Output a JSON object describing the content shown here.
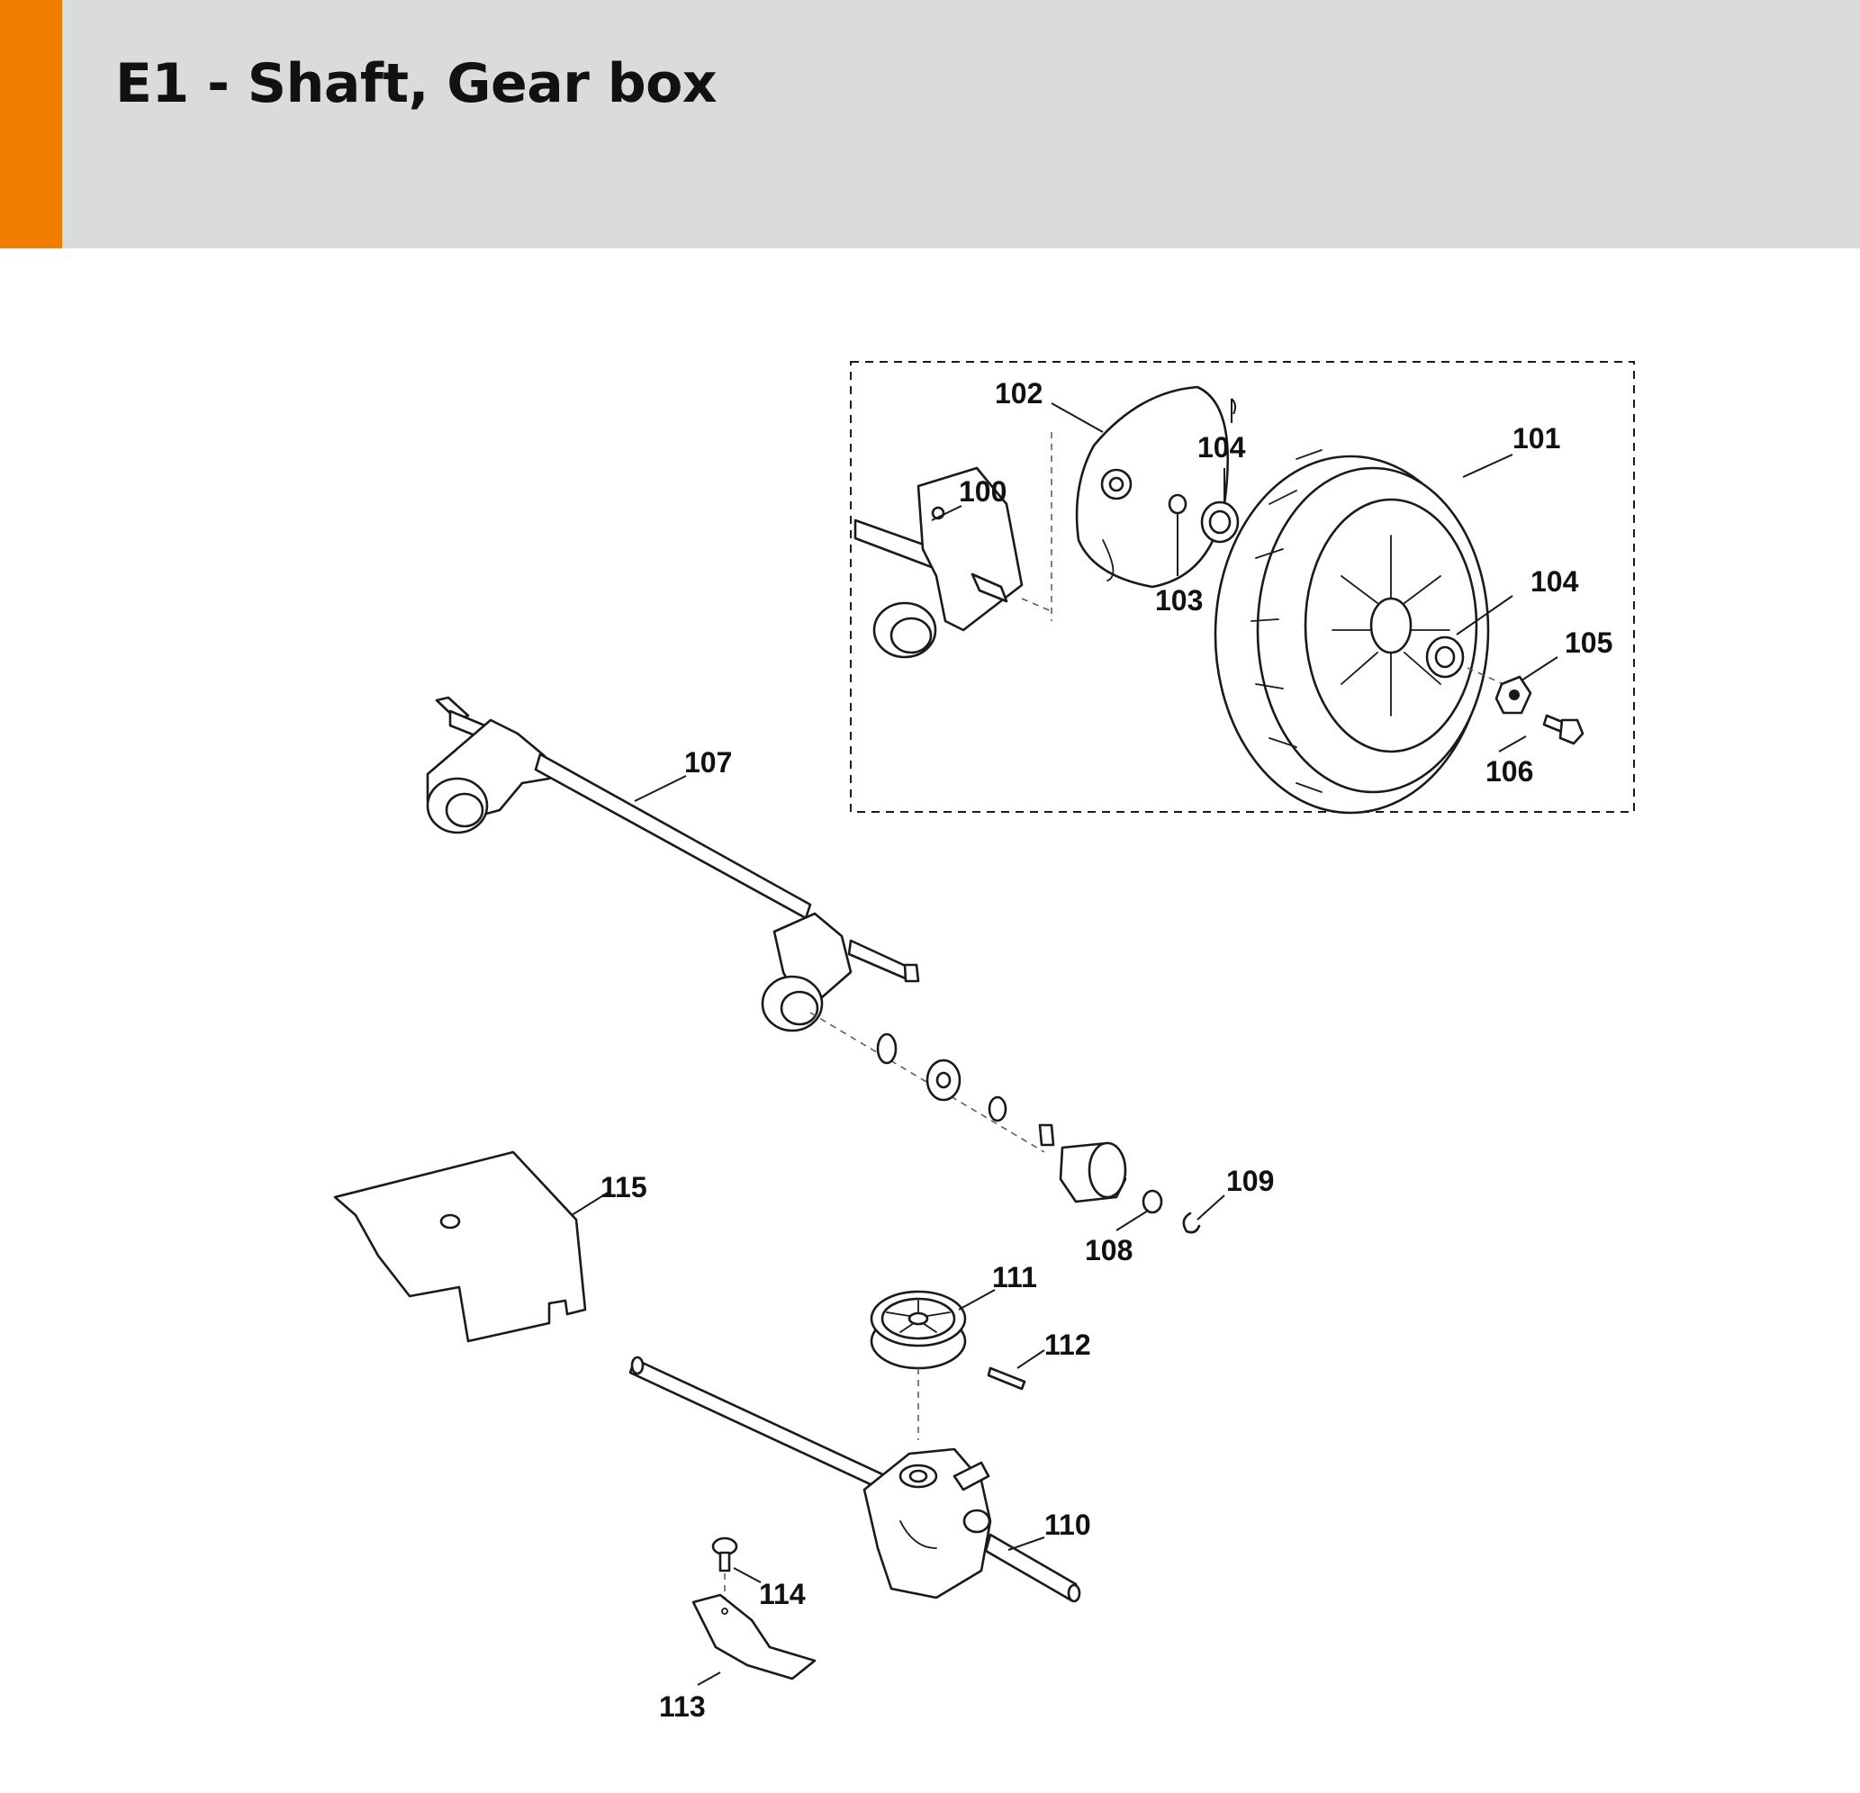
{
  "header": {
    "title": "E1 - Shaft, Gear box",
    "accent_color": "#f07d00",
    "background_color": "#dadbdb"
  },
  "callouts": {
    "p100": "100",
    "p101": "101",
    "p102": "102",
    "p103": "103",
    "p104a": "104",
    "p104b": "104",
    "p105": "105",
    "p106": "106",
    "p107": "107",
    "p108": "108",
    "p109": "109",
    "p110": "110",
    "p111": "111",
    "p112": "112",
    "p113": "113",
    "p114": "114",
    "p115": "115"
  }
}
